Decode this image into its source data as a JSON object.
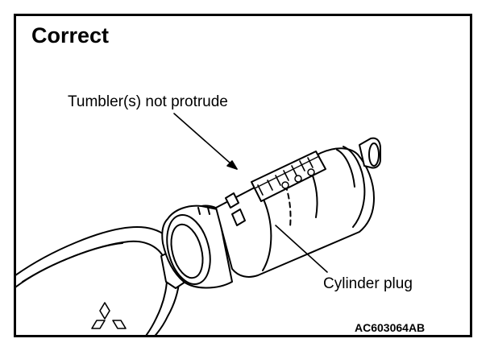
{
  "heading": "Correct",
  "callouts": {
    "tumbler": "Tumbler(s) not protrude",
    "cylinder_plug": "Cylinder plug"
  },
  "figure_code": "AC603064AB",
  "icons": {
    "brand_logo": "three-diamond-logo"
  },
  "colors": {
    "ink": "#000000",
    "paper": "#ffffff"
  }
}
